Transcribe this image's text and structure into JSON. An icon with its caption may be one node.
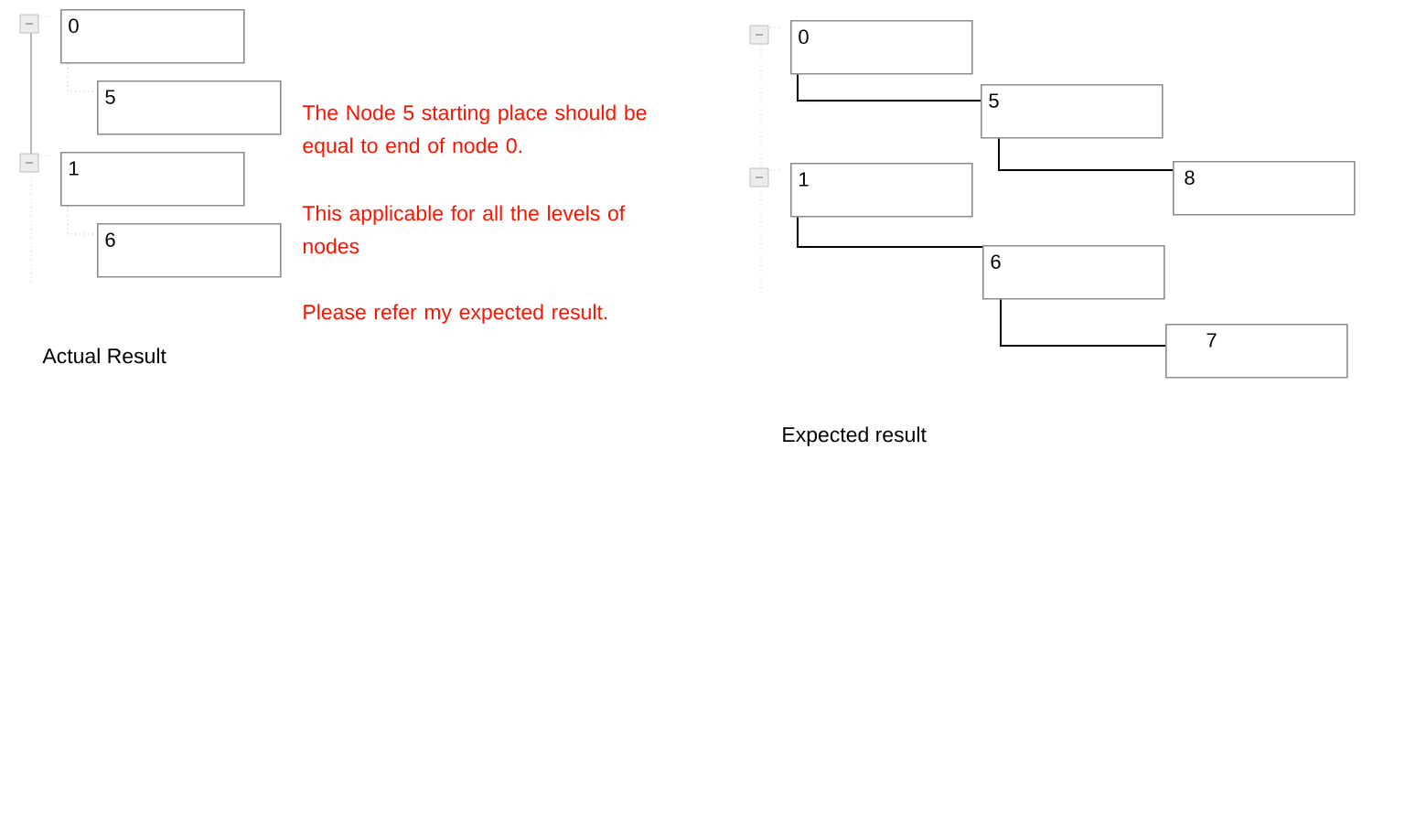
{
  "diagram": {
    "nodes": [
      {
        "text": [
          "0"
        ]
      },
      {
        "text": [
          "5"
        ]
      },
      {
        "text": [
          "1"
        ]
      },
      {
        "text": [
          "6"
        ]
      },
      {
        "text": [
          "0"
        ]
      },
      {
        "text": [
          "5"
        ]
      },
      {
        "text": [
          "8"
        ]
      },
      {
        "text": [
          "1"
        ]
      },
      {
        "text": [
          "6"
        ]
      },
      {
        "text": [
          "7"
        ]
      }
    ],
    "edges": [
      {
        "from": 0,
        "to": 1,
        "arrow": "none",
        "style": "dashed",
        "color": "#808080"
      },
      {
        "from": 2,
        "to": 3,
        "arrow": "none",
        "style": "dashed",
        "color": "#808080"
      },
      {
        "from": 4,
        "to": 5,
        "arrow": "none"
      },
      {
        "from": 5,
        "to": 6,
        "arrow": "none"
      },
      {
        "from": 7,
        "to": 8,
        "arrow": "none"
      },
      {
        "from": 8,
        "to": 9,
        "arrow": "none"
      }
    ],
    "labels": [
      "The Node 5 starting place should be equal to end of node 0.",
      "This applicable for all the levels of nodes",
      "Please refer my expected result.",
      "Actual Result",
      "Expected result"
    ]
  }
}
